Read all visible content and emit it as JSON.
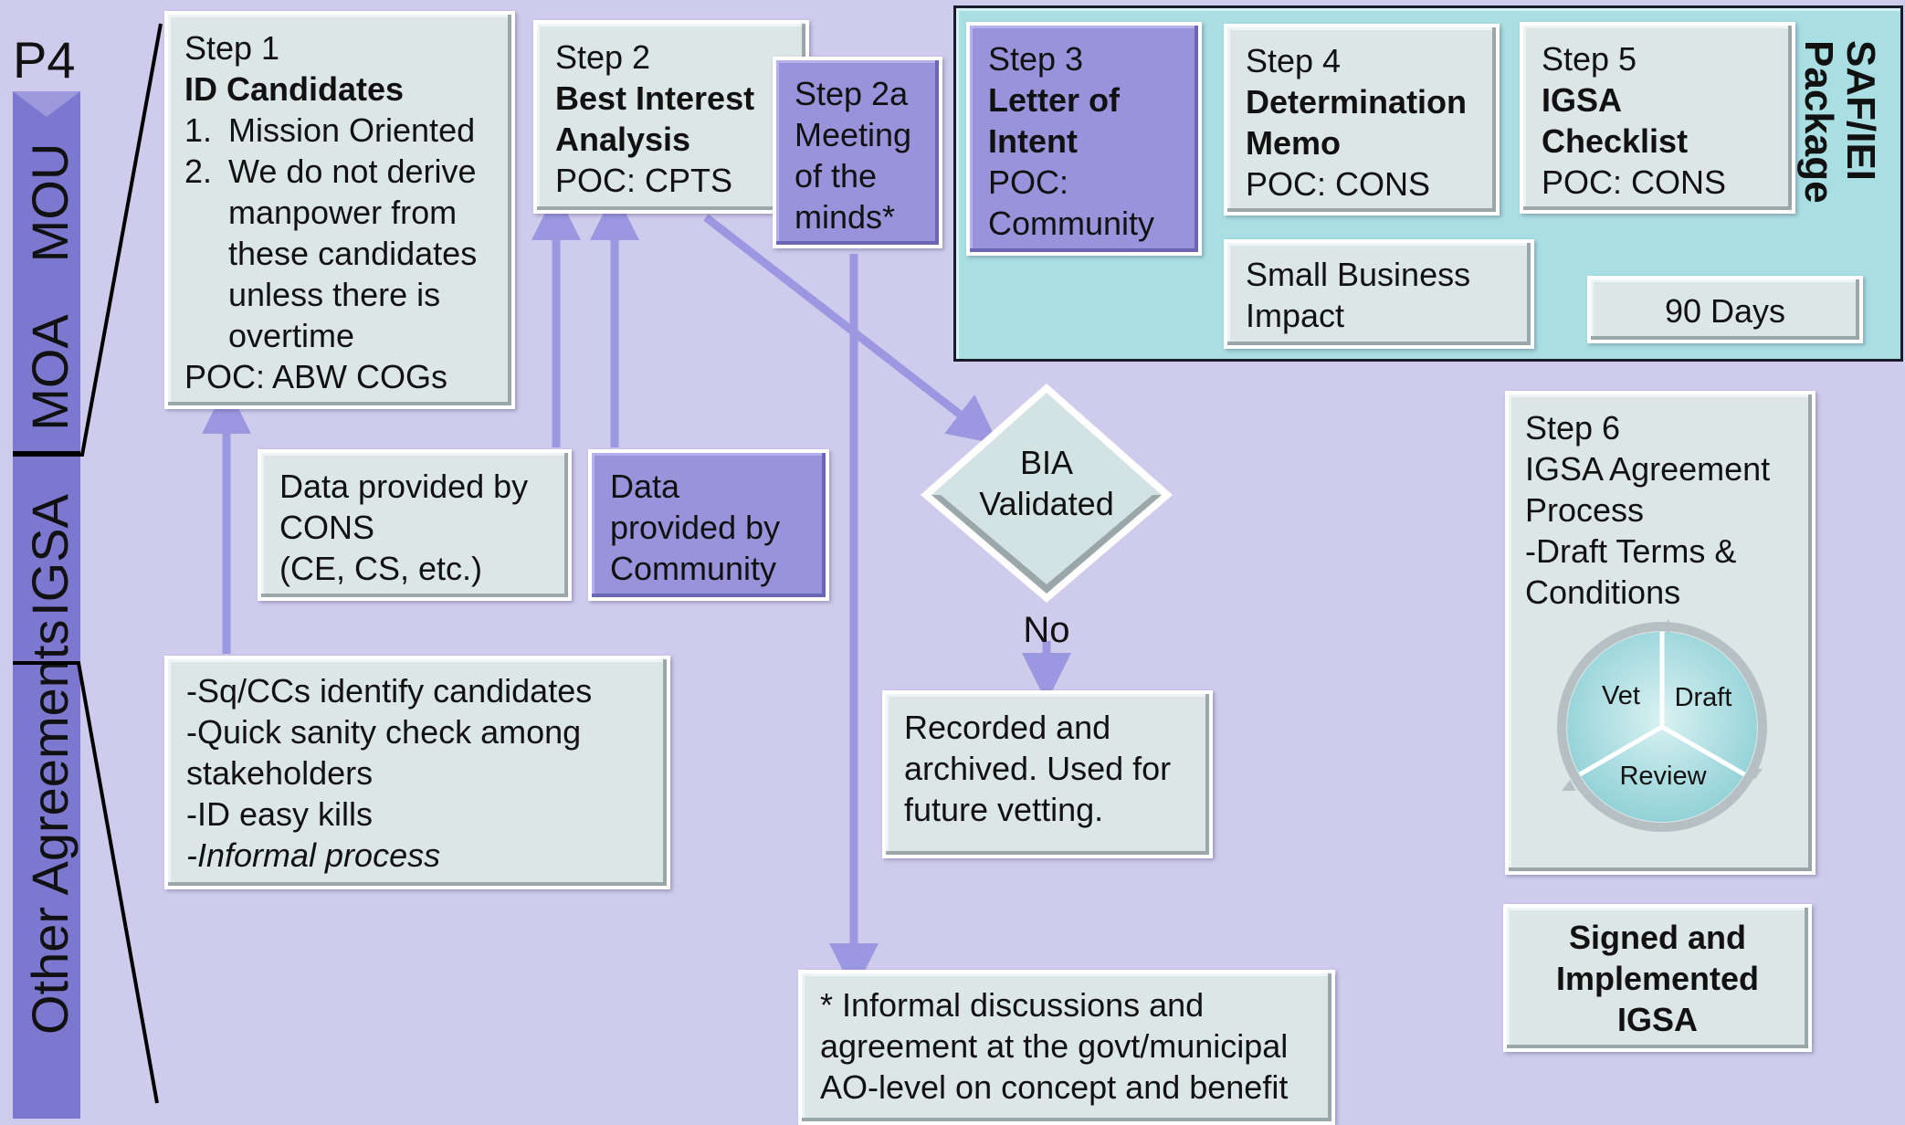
{
  "sidebar": {
    "header": "P4",
    "labels": [
      "MOU",
      "MOA",
      "IGSA",
      "Other Agreements"
    ]
  },
  "step1": {
    "step": "Step 1",
    "title": "ID Candidates",
    "items": [
      {
        "num": "1.",
        "lines": [
          "Mission Oriented"
        ]
      },
      {
        "num": "2.",
        "lines": [
          "We do not derive",
          "manpower from",
          "these candidates",
          "unless there is",
          "overtime"
        ]
      }
    ],
    "poc": "POC: ABW COGs"
  },
  "step1_notes": {
    "lines": [
      "-Sq/CCs identify candidates",
      "-Quick sanity check among",
      "stakeholders",
      "-ID easy kills"
    ],
    "italic_line": "-Informal process"
  },
  "step2": {
    "step": "Step 2",
    "title_lines": [
      "Best Interest",
      "Analysis"
    ],
    "poc": "POC: CPTS"
  },
  "step2a": {
    "lines": [
      "Step 2a",
      "Meeting",
      "of the",
      "minds*"
    ]
  },
  "data_cons": {
    "lines": [
      "Data provided by",
      "CONS",
      "(CE, CS, etc.)"
    ]
  },
  "data_community": {
    "lines": [
      "Data",
      "provided by",
      "Community"
    ]
  },
  "saf_package": {
    "title_lines": [
      "SAF/IEI",
      "Package"
    ],
    "step3": {
      "step": "Step 3",
      "title_lines": [
        "Letter of",
        "Intent"
      ],
      "poc_lines": [
        "POC:",
        "Community"
      ]
    },
    "step4": {
      "step": "Step 4",
      "title_lines": [
        "Determination",
        "Memo"
      ],
      "poc": "POC: CONS"
    },
    "step5": {
      "step": "Step 5",
      "title_lines": [
        "IGSA",
        "Checklist"
      ],
      "poc": "POC: CONS"
    },
    "small_business": {
      "lines": [
        "Small Business",
        "Impact"
      ]
    },
    "days": "90 Days"
  },
  "decision": {
    "lines": [
      "BIA",
      "Validated"
    ],
    "no_label": "No"
  },
  "recorded": {
    "lines": [
      "Recorded and",
      "archived. Used for",
      "future vetting."
    ]
  },
  "footnote": {
    "lines": [
      "* Informal discussions and",
      "agreement at the govt/municipal",
      "AO-level on concept and benefit"
    ]
  },
  "step6": {
    "lines": [
      "Step 6",
      "IGSA Agreement",
      "Process",
      "-Draft Terms &",
      "Conditions"
    ],
    "cycle": {
      "vet": "Vet",
      "draft": "Draft",
      "review": "Review"
    }
  },
  "signed": {
    "lines": [
      "Signed and",
      "Implemented",
      "IGSA"
    ]
  },
  "colors": {
    "background": "#cfcbed",
    "box": "#dde6e6",
    "purple_box": "#9993db",
    "package_bg": "#a9dfe2",
    "arrow": "#9b97e0",
    "sidebar": "#7c78d0"
  }
}
